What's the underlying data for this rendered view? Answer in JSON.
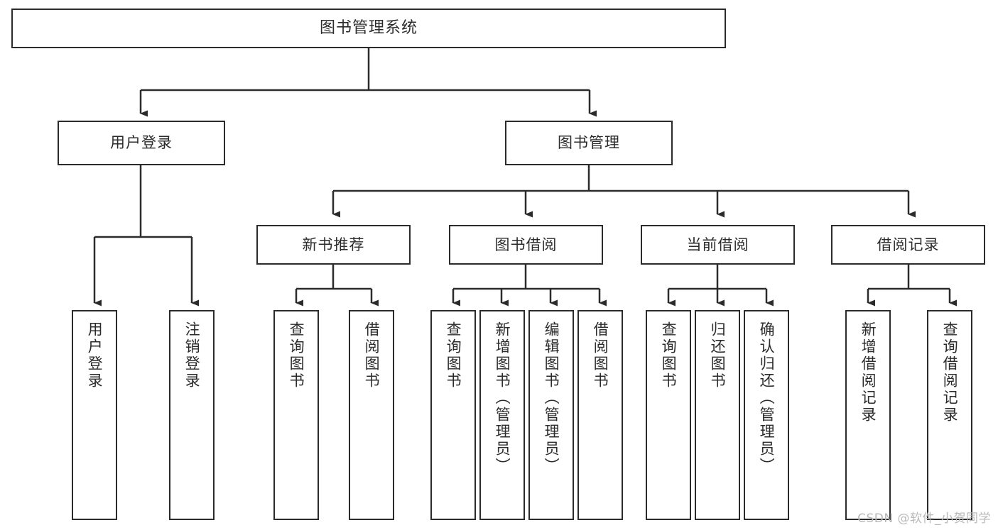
{
  "diagram": {
    "title": "图书管理系统",
    "type": "tree",
    "theme": {
      "box_border": "#2b2b2b",
      "box_fill": "#ffffff",
      "line": "#2b2b2b",
      "text": "#2b2b2b",
      "watermark": "#b9b9b9"
    },
    "nodes": {
      "root": {
        "label": "图书管理系统"
      },
      "level2": [
        {
          "label": "用户登录"
        },
        {
          "label": "图书管理"
        }
      ],
      "level3": [
        {
          "label": "新书推荐"
        },
        {
          "label": "图书借阅"
        },
        {
          "label": "当前借阅"
        },
        {
          "label": "借阅记录"
        }
      ],
      "leaves": {
        "user_login": [
          {
            "label": "用户登录"
          },
          {
            "label": "注销登录"
          }
        ],
        "new_book": [
          {
            "label": "查询图书"
          },
          {
            "label": "借阅图书"
          }
        ],
        "book_borrow": [
          {
            "label": "查询图书"
          },
          {
            "label": "新增图书（管理员）"
          },
          {
            "label": "编辑图书（管理员）"
          },
          {
            "label": "借阅图书"
          }
        ],
        "current_borrow": [
          {
            "label": "查询图书"
          },
          {
            "label": "归还图书"
          },
          {
            "label": "确认归还（管理员）"
          }
        ],
        "borrow_record": [
          {
            "label": "新增借阅记录"
          },
          {
            "label": "查询借阅记录"
          }
        ]
      }
    },
    "watermark": "CSDN @软件_小贺同学"
  }
}
